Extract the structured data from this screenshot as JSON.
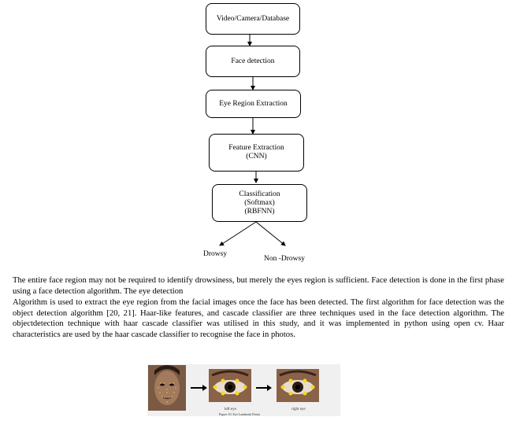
{
  "flowchart": {
    "steps": [
      {
        "lines": [
          "Video/Camera/Database"
        ]
      },
      {
        "lines": [
          "Face detection"
        ]
      },
      {
        "lines": [
          "Eye Region Extraction"
        ]
      },
      {
        "lines": [
          "Feature Extraction",
          "(CNN)"
        ]
      },
      {
        "lines": [
          "Classification",
          "(Softmax)",
          "(RBFNN)"
        ]
      }
    ],
    "outputs": {
      "left": "Drowsy",
      "right": "Non -Drowsy"
    }
  },
  "body": {
    "paragraph1": "The entire face region may not be required to identify drowsiness, but merely the eyes region is sufficient. Face detection is done in the first phase using a face detection algorithm. The eye detection",
    "paragraph2": "Algorithm is used to extract the eye region from the facial images once the face has been detected. The first algorithm for face detection was the object detection algorithm [20, 21]. Haar-like features, and cascade classifier are three techniques used in the face detection algorithm. The objectdetection technique with haar cascade classifier was utilised in this study, and it was implemented in python using open cv. Haar characteristics are used by the haar cascade classifier to recognise the face in photos."
  },
  "figure": {
    "left_eye_label": "left eye",
    "right_eye_label": "right eye",
    "caption": "Figure 10: Eye Landmark Points"
  }
}
